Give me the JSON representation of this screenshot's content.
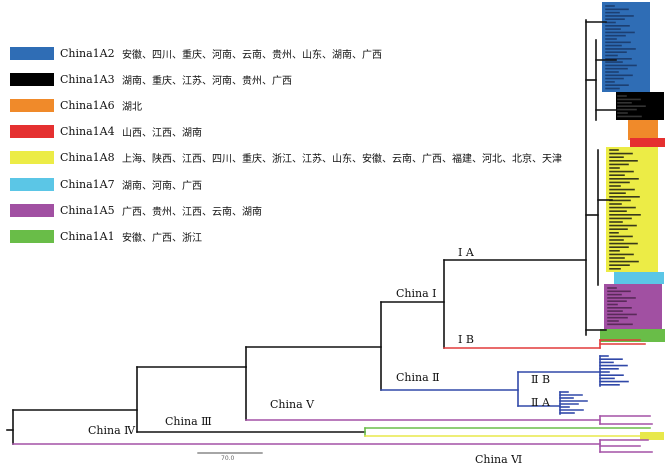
{
  "colors": {
    "China1A2": "#2f6db5",
    "China1A3": "#000000",
    "China1A6": "#f08a2a",
    "China1A4": "#e53030",
    "China1A8": "#ecec46",
    "China1A7": "#5bc6e6",
    "China1A5": "#a150a2",
    "China1A1": "#69bd48",
    "black_branch": "#111111",
    "blue_branch": "#3048a8",
    "purple_branch": "#a350a5",
    "red_branch": "#e23a3a",
    "green_branch": "#6abd48",
    "yellow_branch": "#e8e84a"
  },
  "legend": [
    {
      "code": "China1A2",
      "regions": "安徽、四川、重庆、河南、云南、贵州、山东、湖南、广西"
    },
    {
      "code": "China1A3",
      "regions": "湖南、重庆、江苏、河南、贵州、广西"
    },
    {
      "code": "China1A6",
      "regions": "湖北"
    },
    {
      "code": "China1A4",
      "regions": "山西、江西、湖南"
    },
    {
      "code": "China1A8",
      "regions": "上海、陕西、江西、四川、重庆、浙江、江苏、山东、安徽、云南、广西、福建、河北、北京、天津"
    },
    {
      "code": "China1A7",
      "regions": "湖南、河南、广西"
    },
    {
      "code": "China1A5",
      "regions": "广西、贵州、江西、云南、湖南"
    },
    {
      "code": "China1A1",
      "regions": "安徽、广西、浙江"
    }
  ],
  "clade_labels": {
    "IA": "Ⅰ A",
    "IB": "Ⅰ B",
    "chinaI": "China Ⅰ",
    "chinaII": "China Ⅱ",
    "IIB": "Ⅱ B",
    "IIA": "Ⅱ A",
    "chinaV": "China Ⅴ",
    "chinaIII": "China Ⅲ",
    "chinaIV": "China Ⅳ",
    "chinaVI": "China Ⅵ"
  },
  "scale_bar": "70.0"
}
